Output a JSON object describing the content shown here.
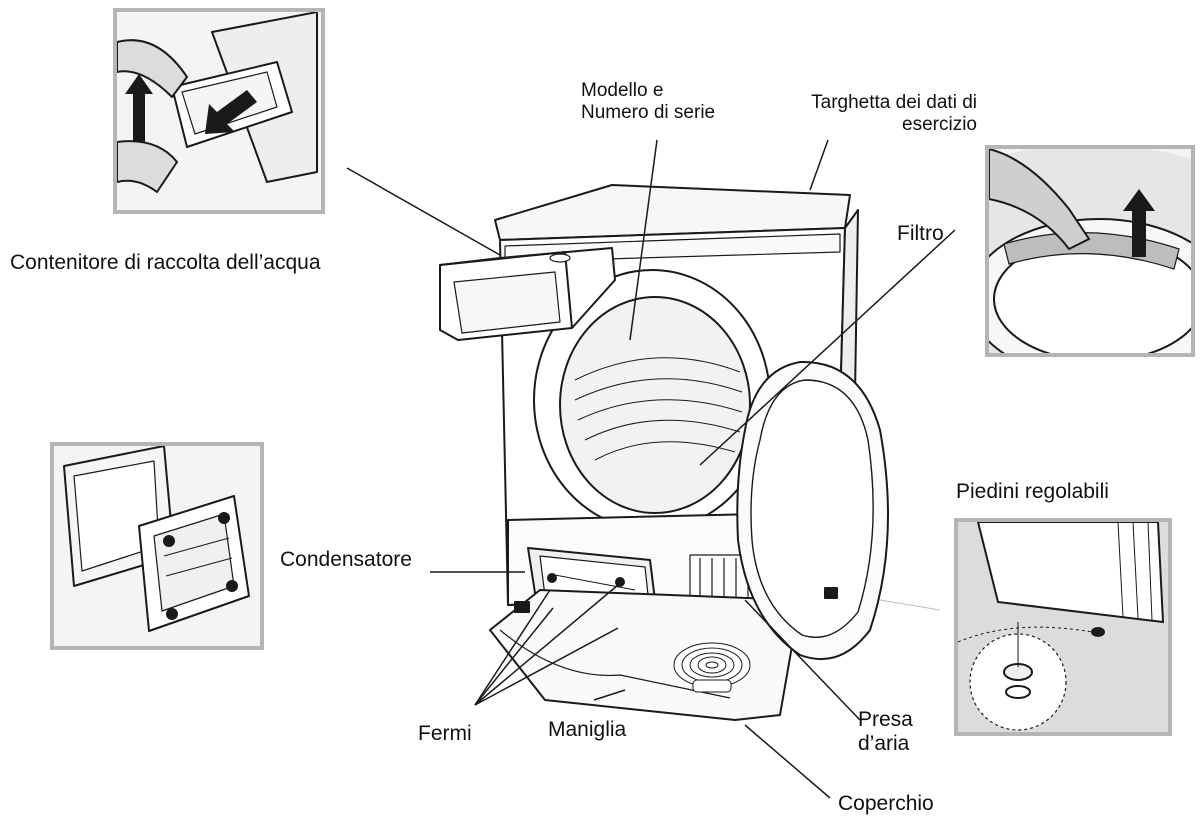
{
  "labels": {
    "water_container": "Contenitore di raccolta dell’acqua",
    "model_serial_line1": "Modello e",
    "model_serial_line2": "Numero di serie",
    "rating_plate_line1": "Targhetta dei dati di",
    "rating_plate_line2": "esercizio",
    "filter": "Filtro",
    "adjustable_feet": "Piedini regolabili",
    "condenser": "Condensatore",
    "latches": "Fermi",
    "handle": "Maniglia",
    "air_intake_line1": "Presa",
    "air_intake_line2": "d’aria",
    "cover": "Coperchio"
  },
  "colors": {
    "line": "#1a1a1a",
    "inset_border": "#b5b5b5",
    "inset_bg": "#f4f4f4",
    "appliance_fill": "#ffffff",
    "shade": "#e6e6e6"
  },
  "icons": {
    "arrow": "up-arrow-icon"
  }
}
